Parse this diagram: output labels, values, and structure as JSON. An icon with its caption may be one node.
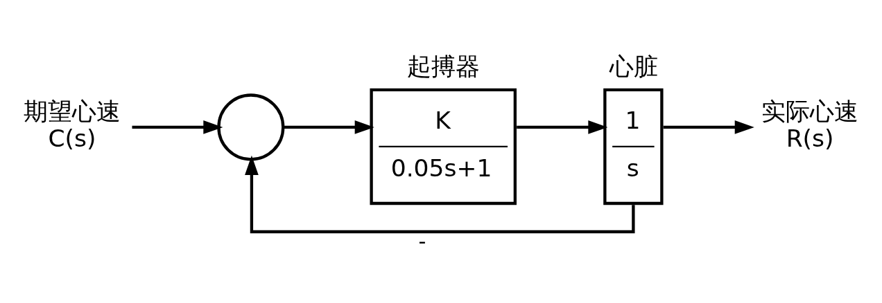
{
  "diagram": {
    "nodes": [
      {
        "text": [
          "期望心速",
          "C(s)"
        ]
      },
      {
        "text": [],
        "shape": "circle"
      },
      {
        "text": [
          "K",
          "0.05s+1"
        ],
        "beside": [
          "起搏器"
        ]
      },
      {
        "text": [
          "1",
          "s"
        ],
        "beside": [
          "心脏"
        ]
      },
      {
        "text": [
          "实际心速",
          "R(s)"
        ]
      }
    ],
    "edges": [
      {
        "from": 0,
        "to": 1,
        "arrow": "to"
      },
      {
        "from": 1,
        "to": 2,
        "arrow": "to"
      },
      {
        "from": 2,
        "to": 3,
        "arrow": "to"
      },
      {
        "from": 3,
        "to": 4,
        "arrow": "to"
      },
      {
        "from": 3,
        "to": 1,
        "arrow": "to",
        "label": "-"
      }
    ]
  }
}
